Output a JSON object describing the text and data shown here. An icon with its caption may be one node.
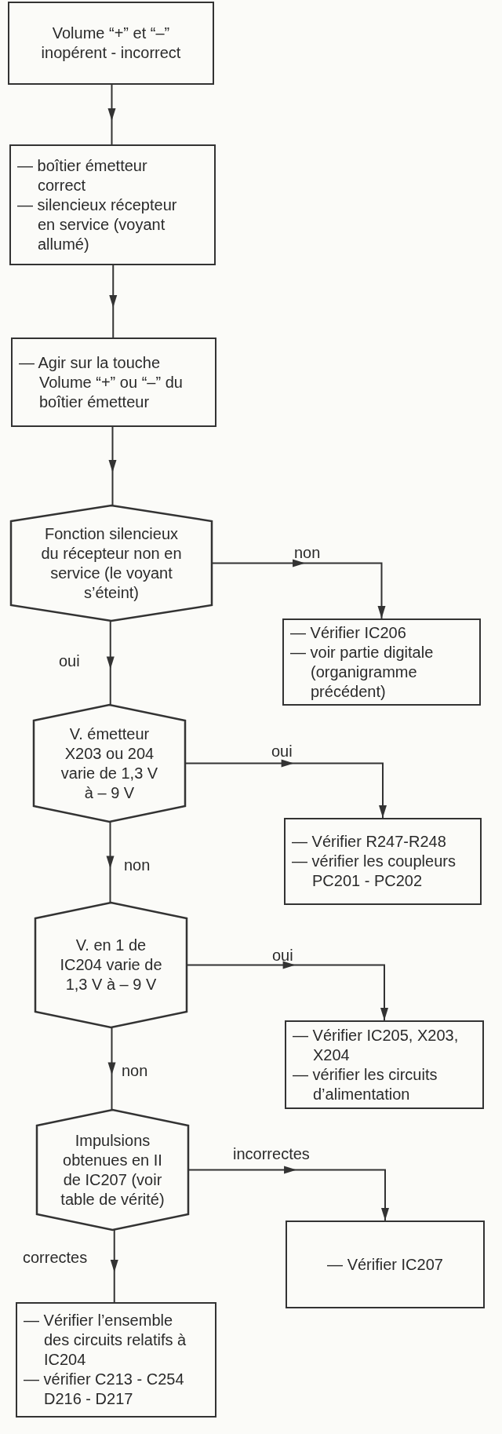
{
  "diagram": {
    "nodes": [
      {
        "text": [
          "Volume “+” et “–” inopérent - incorrect"
        ]
      },
      {
        "text": [
          "— boîtier émetteur correct",
          "— silencieux récepteur en service (voyant allumé)"
        ]
      },
      {
        "text": [
          "— Agir sur la touche Volume “+” ou “–” du boîtier émetteur"
        ]
      },
      {
        "text": [
          "Fonction silencieux du récepteur non en service (le voyant s’éteint)"
        ]
      },
      {
        "text": [
          "— Vérifier IC206",
          "— voir partie digitale (organigramme précédent)"
        ]
      },
      {
        "text": [
          "V. émetteur X203 ou 204 varie de 1,3 V à – 9 V"
        ]
      },
      {
        "text": [
          "— Vérifier R247-R248",
          "— vérifier les coupleurs PC201 - PC202"
        ]
      },
      {
        "text": [
          "V. en 1 de IC204 varie de 1,3 V à – 9 V"
        ]
      },
      {
        "text": [
          "— Vérifier IC205, X203, X204",
          "— vérifier les circuits d’alimentation"
        ]
      },
      {
        "text": [
          "Impulsions obtenues en II de IC207 (voir table de vérité)"
        ]
      },
      {
        "text": [
          "— Vérifier IC207"
        ]
      },
      {
        "text": [
          "— Vérifier l’ensemble des circuits relatifs à IC204",
          "— vérifier C213 - C254 D216 - D217"
        ]
      }
    ],
    "edges": [
      {
        "from": 0,
        "to": 1,
        "arrow": "to"
      },
      {
        "from": 1,
        "to": 2,
        "arrow": "to"
      },
      {
        "from": 2,
        "to": 3,
        "arrow": "to"
      },
      {
        "from": 3,
        "to": 4,
        "arrow": "to",
        "label": "non"
      },
      {
        "from": 3,
        "to": 5,
        "arrow": "to",
        "label": "oui"
      },
      {
        "from": 5,
        "to": 6,
        "arrow": "to",
        "label": "oui"
      },
      {
        "from": 5,
        "to": 7,
        "arrow": "to",
        "label": "non"
      },
      {
        "from": 7,
        "to": 8,
        "arrow": "to",
        "label": "oui"
      },
      {
        "from": 7,
        "to": 9,
        "arrow": "to",
        "label": "non"
      },
      {
        "from": 9,
        "to": 10,
        "arrow": "to",
        "label": "incorrectes"
      },
      {
        "from": 9,
        "to": 11,
        "arrow": "to",
        "label": "correctes"
      }
    ]
  }
}
